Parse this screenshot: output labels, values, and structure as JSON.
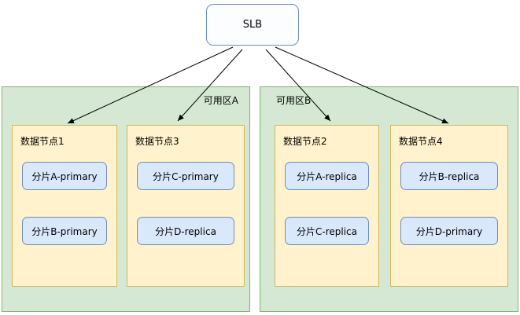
{
  "diagram": {
    "slb": {
      "label": "SLB"
    },
    "zones": [
      {
        "label": "可用区A",
        "nodes": [
          {
            "label": "数据节点1",
            "shards": [
              "分片A-primary",
              "分片B-primary"
            ]
          },
          {
            "label": "数据节点3",
            "shards": [
              "分片C-primary",
              "分片D-replica"
            ]
          }
        ]
      },
      {
        "label": "可用区B",
        "nodes": [
          {
            "label": "数据节点2",
            "shards": [
              "分片A-replica",
              "分片C-replica"
            ]
          },
          {
            "label": "数据节点4",
            "shards": [
              "分片B-replica",
              "分片D-primary"
            ]
          }
        ]
      }
    ],
    "colors": {
      "zone_fill": "#d5e8d4",
      "zone_border": "#82b366",
      "node_fill": "#fff2cc",
      "node_border": "#d6b656",
      "shard_fill": "#dae8fc",
      "shard_border": "#6c8ebf",
      "arrow": "#000000"
    }
  }
}
